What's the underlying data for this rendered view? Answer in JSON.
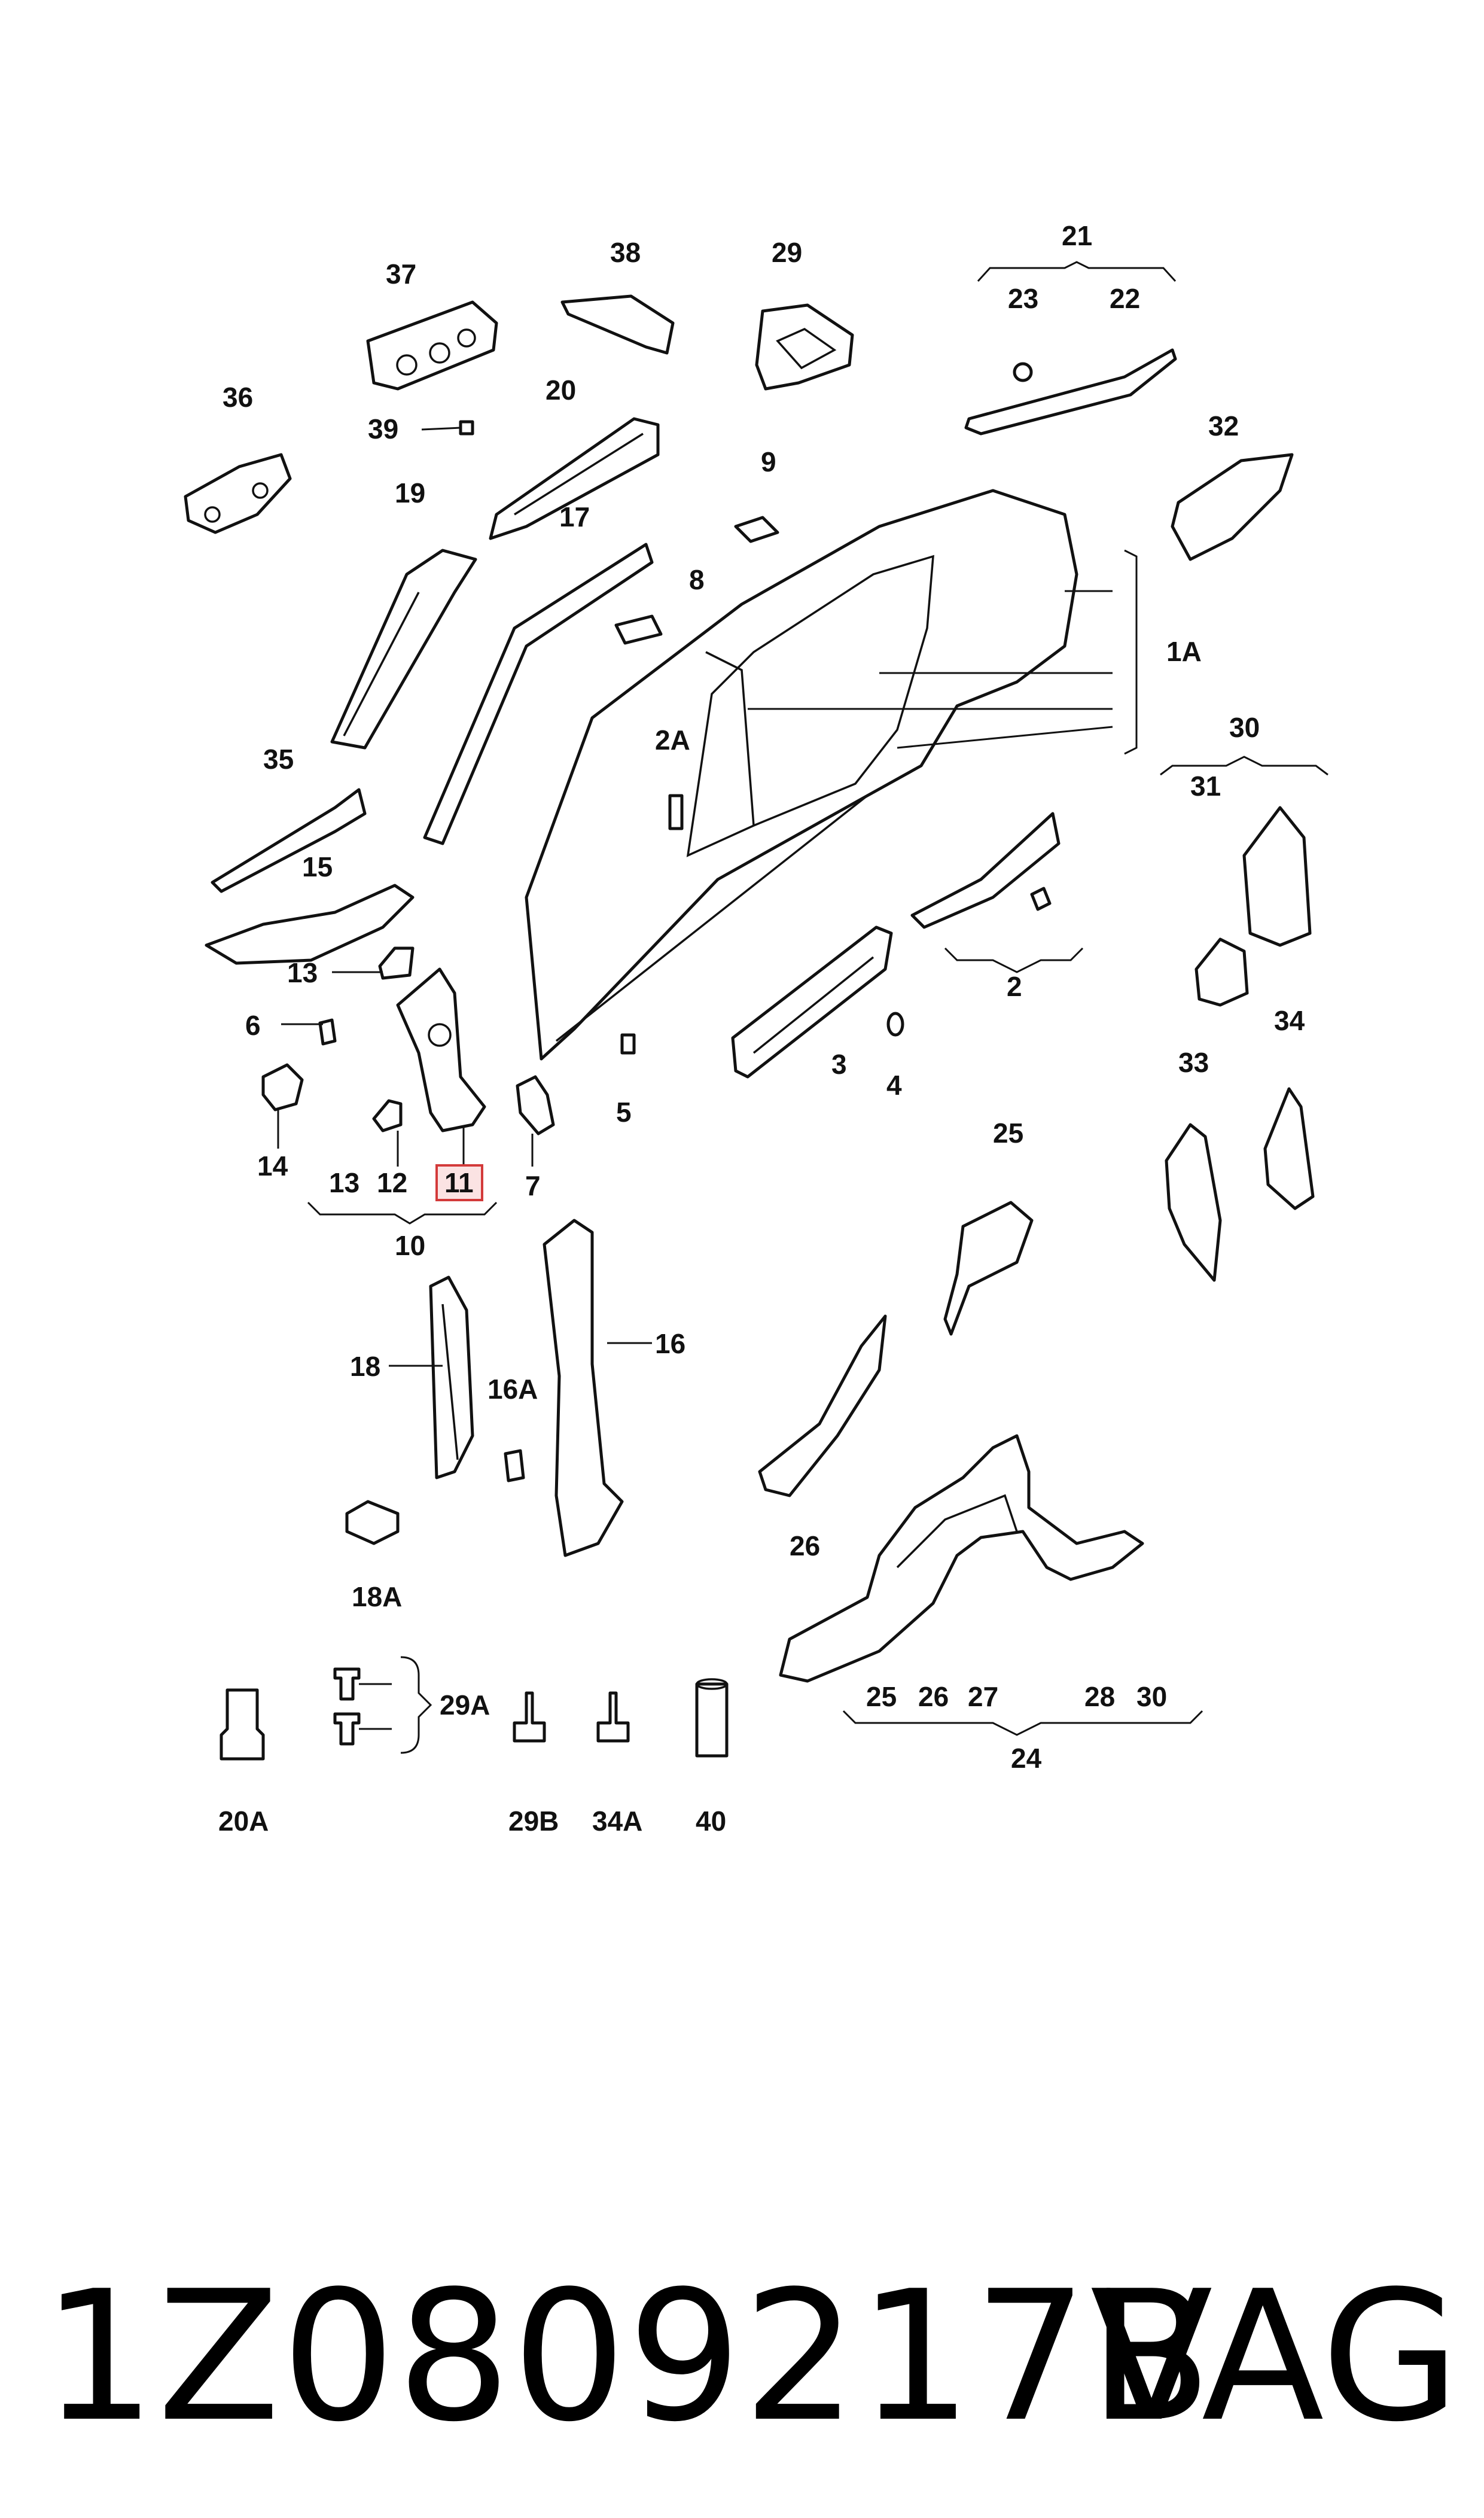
{
  "diagram": {
    "labels": {
      "p1A": "1A",
      "p2": "2",
      "p2A": "2A",
      "p3": "3",
      "p4": "4",
      "p5": "5",
      "p6": "6",
      "p7": "7",
      "p8": "8",
      "p9": "9",
      "p10": "10",
      "p11": "11",
      "p12": "12",
      "p13a": "13",
      "p13b": "13",
      "p14": "14",
      "p15": "15",
      "p16": "16",
      "p16A": "16A",
      "p17": "17",
      "p18": "18",
      "p18A": "18A",
      "p19": "19",
      "p20": "20",
      "p20A": "20A",
      "p21": "21",
      "p22": "22",
      "p23": "23",
      "p24": "24",
      "p25a": "25",
      "p25b": "25",
      "p26a": "26",
      "p26b": "26",
      "p27": "27",
      "p28": "28",
      "p29": "29",
      "p29A": "29A",
      "p29B": "29B",
      "p30a": "30",
      "p30b": "30",
      "p31": "31",
      "p32": "32",
      "p33": "33",
      "p34": "34",
      "p34A": "34A",
      "p35": "35",
      "p36": "36",
      "p37": "37",
      "p38": "38",
      "p39": "39",
      "p40": "40"
    },
    "highlighted_part": "11",
    "highlight_color": "#d33a3a"
  },
  "footer": {
    "part_number": "1Z0809217B",
    "brand": "VAG"
  }
}
